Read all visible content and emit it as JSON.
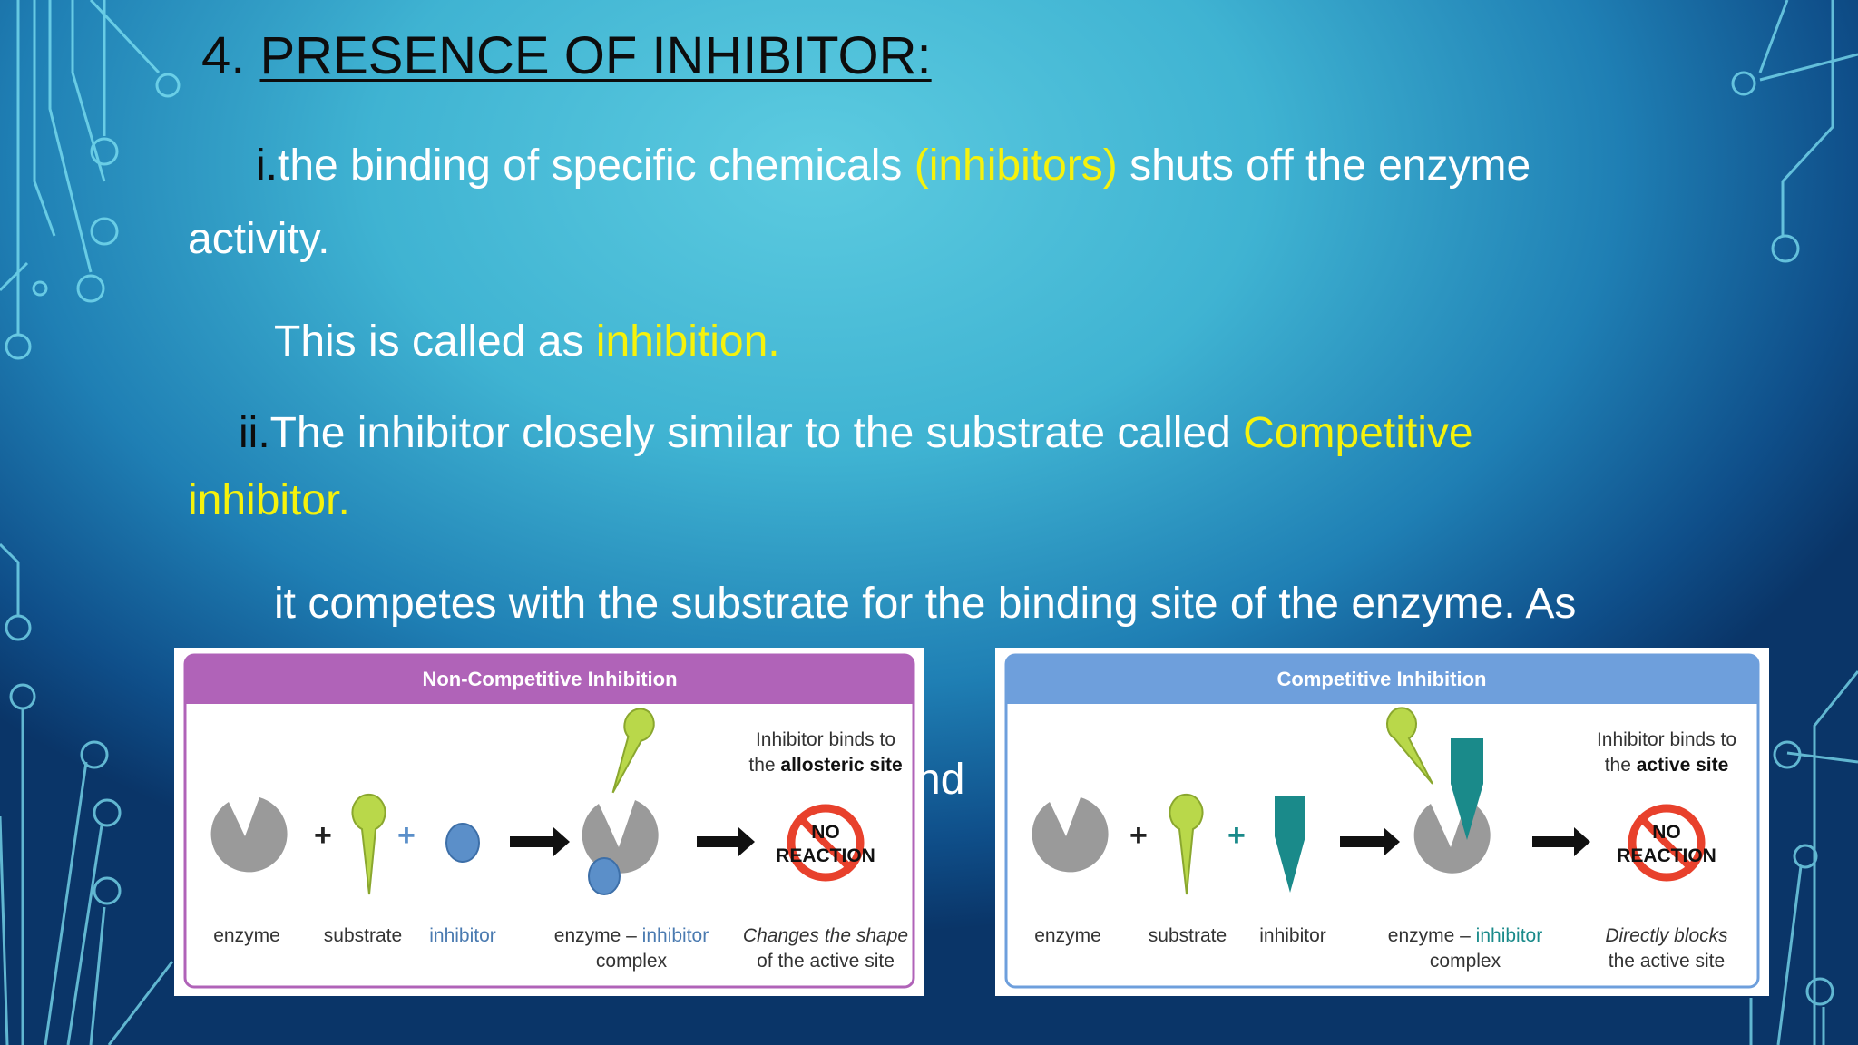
{
  "slide": {
    "title_number": "4. ",
    "title_text": "PRESENCE OF INHIBITOR:",
    "para1_marker": "i.",
    "para1_text_a": "the binding of specific chemicals ",
    "para1_highlight": "(inhibitors)",
    "para1_text_b": " shuts off the enzyme",
    "para1_line2": "activity.",
    "para2_text": "This is called as ",
    "para2_highlight": "inhibition.",
    "para3_marker": "ii.",
    "para3_text": "The inhibitor  closely similar to the substrate called ",
    "para3_highlight_a": "Competitive",
    "para3_highlight_b": "inhibitor.",
    "para4_text": "it competes with the substrate for the binding site of the enzyme. As",
    "para5_fragment": "nd"
  },
  "diagrams": {
    "noncompetitive": {
      "header": "Non-Competitive Inhibition",
      "header_color": "#b063b8",
      "label_enzyme": "enzyme",
      "label_substrate": "substrate",
      "label_inhibitor": "inhibitor",
      "label_complex_a": "enzyme",
      "label_complex_dash": " – ",
      "label_complex_b": "inhibitor",
      "label_complex_line2": "complex",
      "note_top_line1": "Inhibitor binds to",
      "note_top_line2_a": "the ",
      "note_top_line2_b": "allosteric site",
      "no_reaction_line1": "NO",
      "no_reaction_line2": "REACTION",
      "note_bottom_line1": "Changes the shape",
      "note_bottom_line2": "of the active site"
    },
    "competitive": {
      "header": "Competitive Inhibition",
      "header_color": "#6e9fdc",
      "label_enzyme": "enzyme",
      "label_substrate": "substrate",
      "label_inhibitor": "inhibitor",
      "label_complex_a": "enzyme",
      "label_complex_dash": " – ",
      "label_complex_b": "inhibitor",
      "label_complex_line2": "complex",
      "note_top_line1": "Inhibitor binds to",
      "note_top_line2_a": "the ",
      "note_top_line2_b": "active site",
      "no_reaction_line1": "NO",
      "no_reaction_line2": "REACTION",
      "note_bottom_line1": "Directly blocks",
      "note_bottom_line2": "the active site"
    }
  },
  "colors": {
    "highlight": "#f6f20c",
    "enzyme_gray": "#9a9a9a",
    "substrate_green": "#b9d84a",
    "inhibitor_blue": "#5b8fc9",
    "inhibitor_teal": "#1a8a8a",
    "no_reaction_red": "#e8412c"
  }
}
